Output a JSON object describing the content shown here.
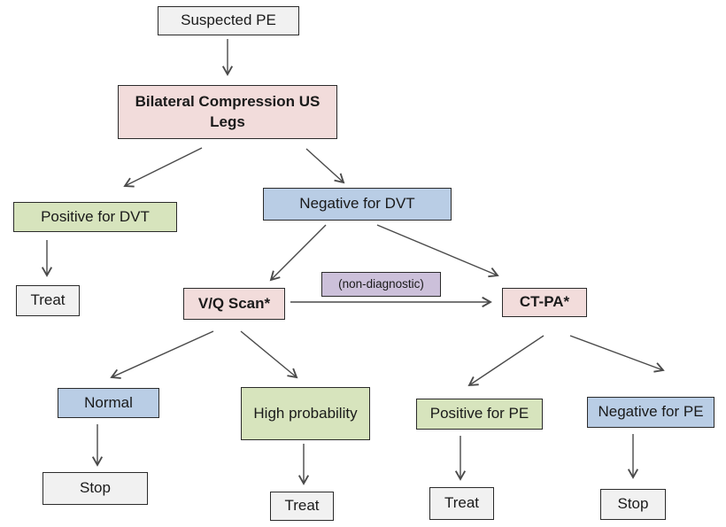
{
  "diagram": {
    "title": "Suspected PE diagnostic flowchart",
    "colors": {
      "gray": "#f1f1f1",
      "pink": "#f2dcdb",
      "green": "#d7e4bd",
      "blue": "#b9cde5",
      "purple": "#ccc0da",
      "border": "#2b2b2b",
      "arrow": "#4a4a4a",
      "text": "#1a1a1a",
      "bg": "#ffffff"
    },
    "nodes": {
      "suspected_pe": {
        "label": "Suspected PE",
        "color": "gray"
      },
      "bilateral_us": {
        "label": "Bilateral Compression US Legs",
        "color": "pink"
      },
      "positive_dvt": {
        "label": "Positive for DVT",
        "color": "green"
      },
      "negative_dvt": {
        "label": "Negative for DVT",
        "color": "blue"
      },
      "treat_dvt": {
        "label": "Treat",
        "color": "gray"
      },
      "vq_scan": {
        "label": "V/Q Scan*",
        "color": "pink"
      },
      "non_diagnostic": {
        "label": "(non-diagnostic)",
        "color": "purple"
      },
      "ct_pa": {
        "label": "CT-PA*",
        "color": "pink"
      },
      "normal": {
        "label": "Normal",
        "color": "blue"
      },
      "high_probability": {
        "label": "High probability",
        "color": "green"
      },
      "positive_pe": {
        "label": "Positive for PE",
        "color": "green"
      },
      "negative_pe": {
        "label": "Negative for PE",
        "color": "blue"
      },
      "stop_normal": {
        "label": "Stop",
        "color": "gray"
      },
      "treat_high_prob": {
        "label": "Treat",
        "color": "gray"
      },
      "treat_pe": {
        "label": "Treat",
        "color": "gray"
      },
      "stop_pe": {
        "label": "Stop",
        "color": "gray"
      }
    },
    "edges": [
      {
        "from": "suspected_pe",
        "to": "bilateral_us"
      },
      {
        "from": "bilateral_us",
        "to": "positive_dvt"
      },
      {
        "from": "bilateral_us",
        "to": "negative_dvt"
      },
      {
        "from": "positive_dvt",
        "to": "treat_dvt"
      },
      {
        "from": "negative_dvt",
        "to": "vq_scan"
      },
      {
        "from": "negative_dvt",
        "to": "ct_pa"
      },
      {
        "from": "vq_scan",
        "to": "ct_pa",
        "label": "(non-diagnostic)"
      },
      {
        "from": "vq_scan",
        "to": "normal"
      },
      {
        "from": "vq_scan",
        "to": "high_probability"
      },
      {
        "from": "ct_pa",
        "to": "positive_pe"
      },
      {
        "from": "ct_pa",
        "to": "negative_pe"
      },
      {
        "from": "normal",
        "to": "stop_normal"
      },
      {
        "from": "high_probability",
        "to": "treat_high_prob"
      },
      {
        "from": "positive_pe",
        "to": "treat_pe"
      },
      {
        "from": "negative_pe",
        "to": "stop_pe"
      }
    ]
  }
}
